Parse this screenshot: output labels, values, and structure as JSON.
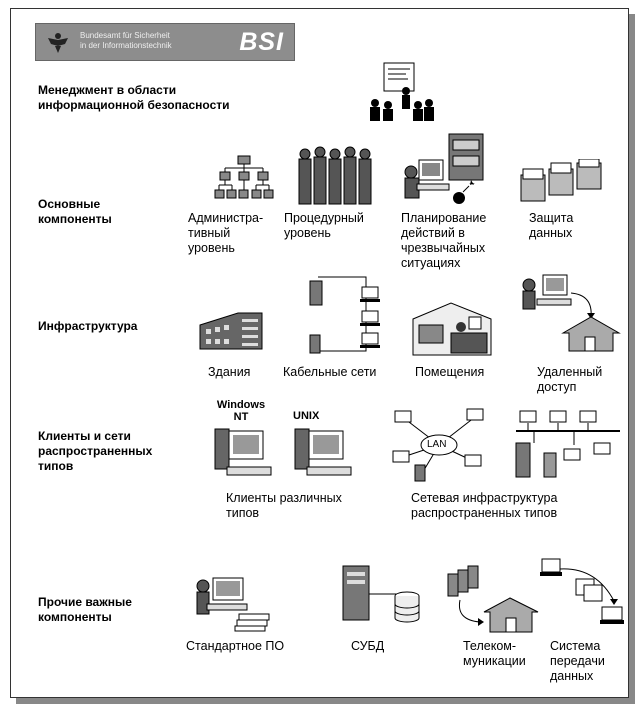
{
  "header": {
    "line1": "Bundesamt für Sicherheit",
    "line2": "in der Informationstechnik",
    "logo": "BSI"
  },
  "rows": [
    {
      "label": "Менеджмент в области информационной безопасности"
    },
    {
      "label": "Основные компоненты"
    },
    {
      "label": "Инфраструктура"
    },
    {
      "label": "Клиенты и сети распространенных типов"
    },
    {
      "label": "Прочие важные компоненты"
    }
  ],
  "components": {
    "admin": "Администра- тивный уровень",
    "procedural": "Процедурный уровень",
    "emergency": "Планирование действий в чрезвычайных ситуациях",
    "data_protection": "Защита данных",
    "buildings": "Здания",
    "cabling": "Кабельные сети",
    "rooms": "Помещения",
    "remote": "Удаленный доступ",
    "clients": "Клиенты различных типов",
    "network": "Сетевая инфраструктура распространенных типов",
    "std_sw": "Стандартное ПО",
    "dbms": "СУБД",
    "telecom": "Телеком- муникации",
    "transfer": "Система передачи данных"
  },
  "icon_labels": {
    "windows": "Windows NT",
    "unix": "UNIX",
    "lan": "LAN"
  },
  "colors": {
    "header_bg": "#8d8d8d",
    "ink": "#000000",
    "shadow": "#888888"
  }
}
